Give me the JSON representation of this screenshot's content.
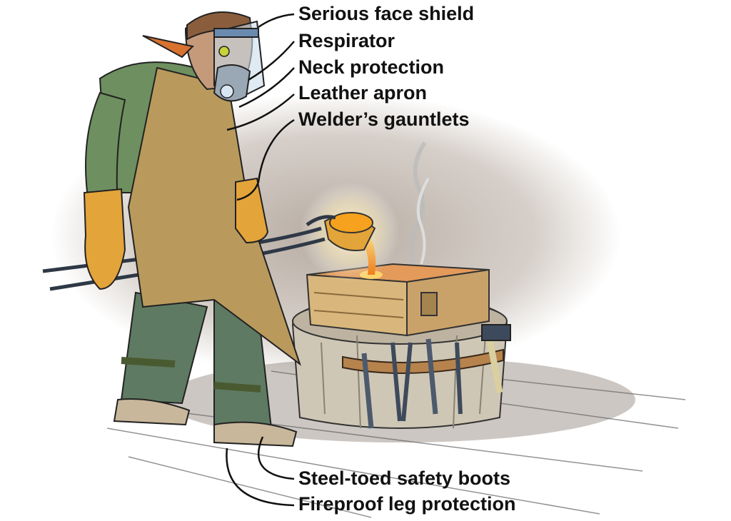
{
  "diagram": {
    "palette": {
      "shirt": "#6e8f5f",
      "pants": "#5f7a62",
      "apron": "#b99a5c",
      "gloves": "#e3a43a",
      "molten": "#f6a21e",
      "box": "#d9b77c",
      "stump": "#cfc7b6",
      "ground_shadow": "#8a7766",
      "line": "#111111"
    },
    "callouts": [
      {
        "label": "Serious face shield",
        "target": "face shield"
      },
      {
        "label": "Respirator",
        "target": "respirator"
      },
      {
        "label": "Neck protection",
        "target": "neck"
      },
      {
        "label": "Leather apron",
        "target": "apron"
      },
      {
        "label": "Welder’s gauntlets",
        "target": "gloves"
      },
      {
        "label": "Steel-toed safety boots",
        "target": "boots"
      },
      {
        "label": "Fireproof leg protection",
        "target": "legs"
      }
    ]
  }
}
